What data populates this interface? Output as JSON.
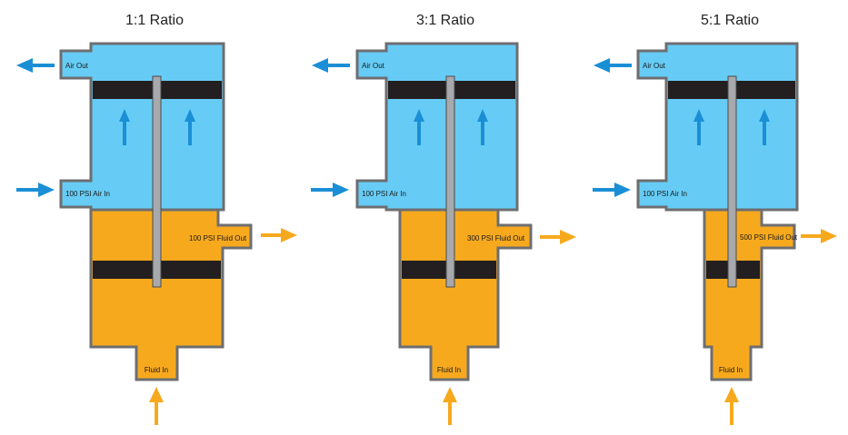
{
  "colors": {
    "air": "#66ccf5",
    "fluid": "#f7a91e",
    "wall": "#6d6e71",
    "piston": "#231f20",
    "rod": "#a7a9ac",
    "air_arrow": "#1a8fd6",
    "fluid_arrow": "#f7a91e"
  },
  "pumps": [
    {
      "title": "1:1 Ratio",
      "air_out_label": "Air Out",
      "air_in_label": "100 PSI Air In",
      "fluid_out_label": "100 PSI Fluid Out",
      "fluid_in_label": "Fluid In"
    },
    {
      "title": "3:1 Ratio",
      "air_out_label": "Air Out",
      "air_in_label": "100 PSI Air In",
      "fluid_out_label": "300 PSI Fluid Out",
      "fluid_in_label": "Fluid In"
    },
    {
      "title": "5:1 Ratio",
      "air_out_label": "Air Out",
      "air_in_label": "100 PSI Air In",
      "fluid_out_label": "500 PSI Fluid Out",
      "fluid_in_label": "Fluid In"
    }
  ]
}
